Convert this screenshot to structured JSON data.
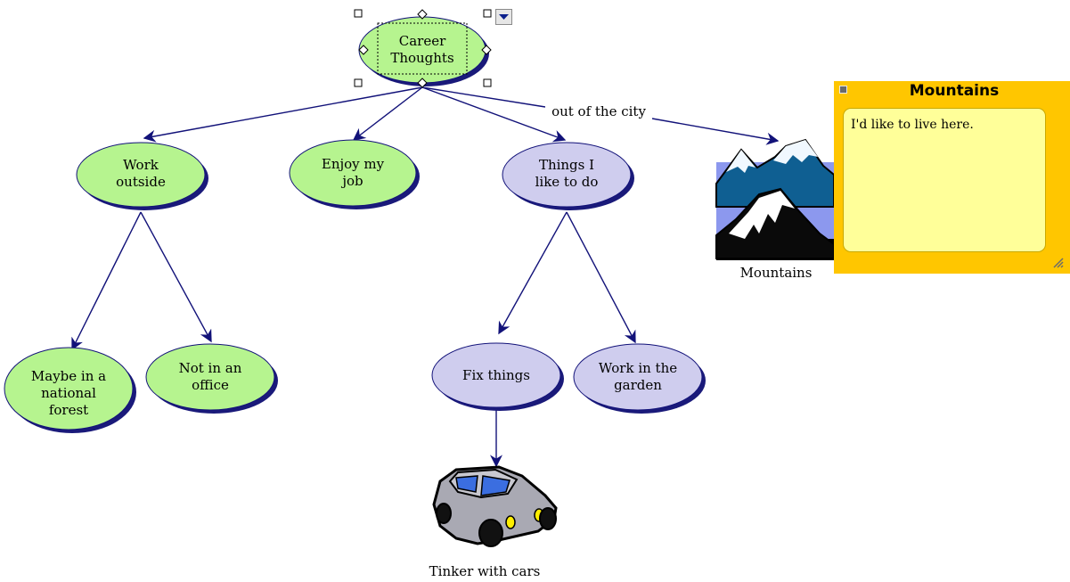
{
  "nodes": {
    "career_thoughts": {
      "line1": "Career",
      "line2": "Thoughts"
    },
    "work_outside": {
      "line1": "Work",
      "line2": "outside"
    },
    "enjoy_my_job": {
      "line1": "Enjoy my",
      "line2": "job"
    },
    "things_i_like": {
      "line1": "Things I",
      "line2": "like to do"
    },
    "maybe_forest": {
      "line1": "Maybe in a",
      "line2": "national",
      "line3": "forest"
    },
    "not_in_office": {
      "line1": "Not in an",
      "line2": "office"
    },
    "fix_things": {
      "line1": "Fix things"
    },
    "work_garden": {
      "line1": "Work in the",
      "line2": "garden"
    }
  },
  "links": {
    "out_of_city_label": "out of the city"
  },
  "images": {
    "mountains_caption": "Mountains",
    "car_caption": "Tinker with cars"
  },
  "note": {
    "title": "Mountains",
    "body": "I'd like to live here."
  },
  "colors": {
    "green_node": "#b6f48f",
    "lavender_node": "#cfcdee",
    "link": "#121279",
    "note_frame": "#ffc600",
    "note_body": "#ffff99"
  }
}
